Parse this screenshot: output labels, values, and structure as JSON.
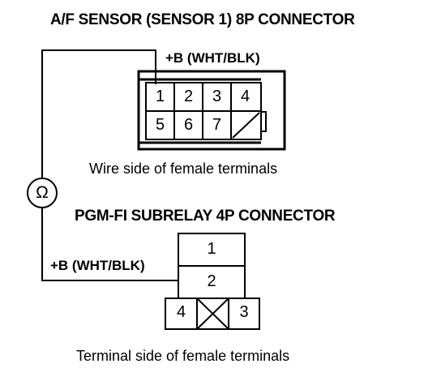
{
  "connector1": {
    "title": "A/F SENSOR (SENSOR 1) 8P CONNECTOR",
    "wire_label": "+B (WHT/BLK)",
    "caption": "Wire side of female terminals",
    "pins": [
      "1",
      "2",
      "3",
      "4",
      "5",
      "6",
      "7"
    ]
  },
  "connector2": {
    "title": "PGM-FI SUBRELAY 4P CONNECTOR",
    "wire_label": "+B (WHT/BLK)",
    "caption": "Terminal side of female terminals",
    "pins": [
      "1",
      "2",
      "4",
      "3"
    ]
  },
  "meter": {
    "symbol": "Ω"
  }
}
